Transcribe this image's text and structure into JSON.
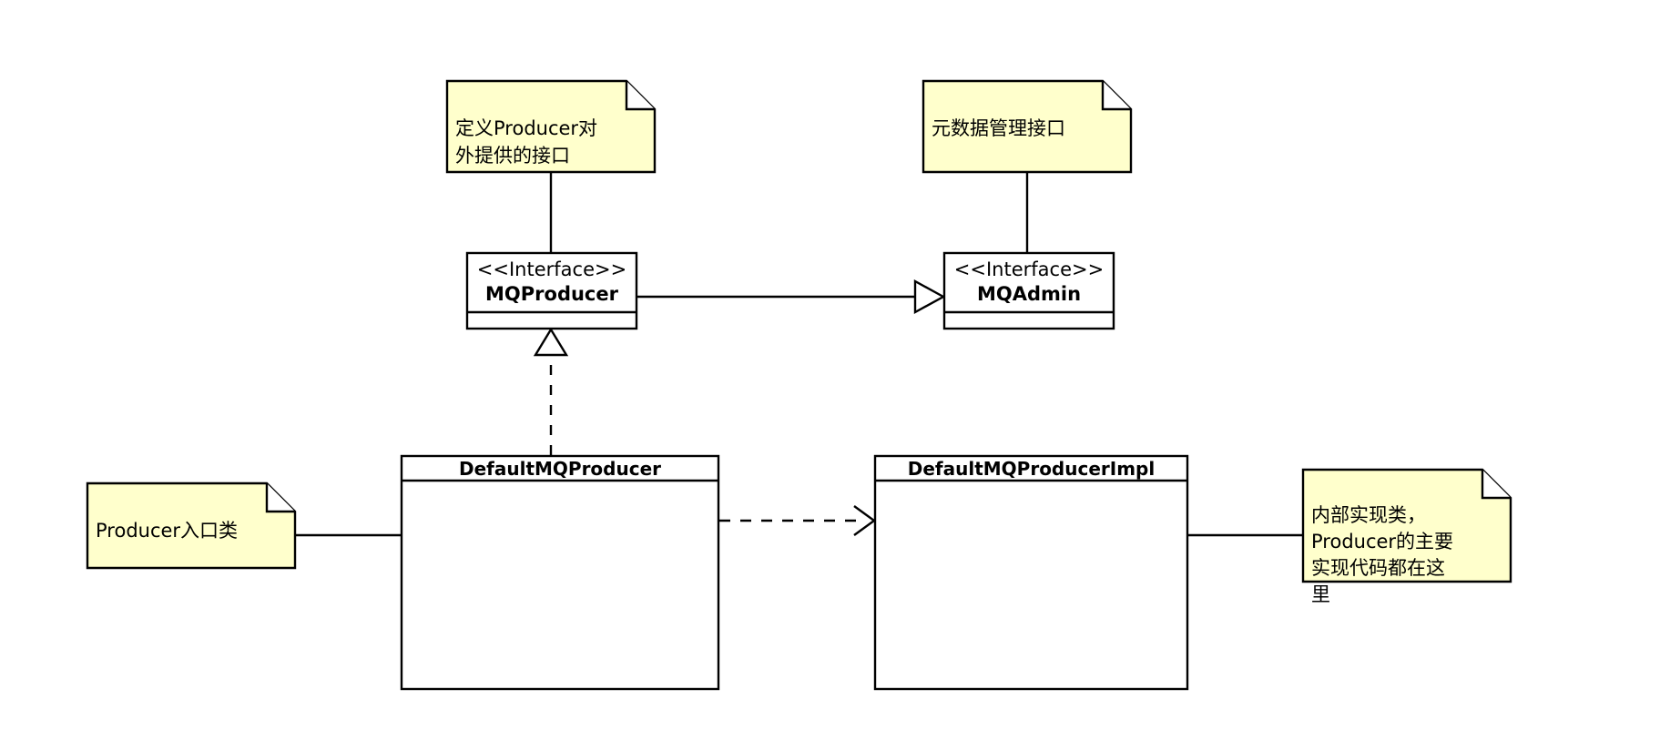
{
  "diagram": {
    "title": "RocketMQ Producer Class Diagram",
    "type": "uml-class-diagram",
    "background_color": "#FFFFFF",
    "stroke_color": "#000000",
    "note_fill_color": "#FFFFCC",
    "class_fill_color": "#FFFFFF"
  },
  "notes": [
    {
      "id": "note-mqproducer",
      "text": "定义Producer对\n外提供的接口",
      "fill": "#FFFFCC"
    },
    {
      "id": "note-mqadmin",
      "text": "元数据管理接口",
      "fill": "#FFFFCC"
    },
    {
      "id": "note-defaultmqproducer",
      "text": "Producer入口类",
      "fill": "#FFFFCC"
    },
    {
      "id": "note-defaultmqproducerimpl",
      "text": "内部实现类，\nProducer的主要\n实现代码都在这\n里",
      "fill": "#FFFFCC"
    }
  ],
  "classifiers": [
    {
      "id": "mqproducer",
      "stereotype": "<<Interface>>",
      "name": "MQProducer",
      "kind": "interface",
      "compartments_empty": true
    },
    {
      "id": "mqadmin",
      "stereotype": "<<Interface>>",
      "name": "MQAdmin",
      "kind": "interface",
      "compartments_empty": true
    },
    {
      "id": "defaultmqproducer",
      "stereotype": "",
      "name": "DefaultMQProducer",
      "kind": "class",
      "compartments_empty": true
    },
    {
      "id": "defaultmqproducerimpl",
      "stereotype": "",
      "name": "DefaultMQProducerImpl",
      "kind": "class",
      "compartments_empty": true
    }
  ],
  "relations": [
    {
      "id": "rel-generalization-mqproducer-mqadmin",
      "from": "mqproducer",
      "to": "mqadmin",
      "style": "solid",
      "arrow": "hollow-triangle",
      "semantic": "generalization"
    },
    {
      "id": "rel-realization-defaultmqproducer-mqproducer",
      "from": "defaultmqproducer",
      "to": "mqproducer",
      "style": "dashed",
      "arrow": "hollow-triangle",
      "semantic": "realization"
    },
    {
      "id": "rel-dependency-defaultmqproducer-impl",
      "from": "defaultmqproducer",
      "to": "defaultmqproducerimpl",
      "style": "dashed",
      "arrow": "open-arrow",
      "semantic": "dependency"
    },
    {
      "id": "rel-anchor-note-mqproducer",
      "from": "note-mqproducer",
      "to": "mqproducer",
      "style": "solid",
      "arrow": "none",
      "semantic": "note-anchor"
    },
    {
      "id": "rel-anchor-note-mqadmin",
      "from": "note-mqadmin",
      "to": "mqadmin",
      "style": "solid",
      "arrow": "none",
      "semantic": "note-anchor"
    },
    {
      "id": "rel-anchor-note-defaultmqproducer",
      "from": "note-defaultmqproducer",
      "to": "defaultmqproducer",
      "style": "solid",
      "arrow": "none",
      "semantic": "note-anchor"
    },
    {
      "id": "rel-anchor-note-defaultmqproducerimpl",
      "from": "note-defaultmqproducerimpl",
      "to": "defaultmqproducerimpl",
      "style": "solid",
      "arrow": "none",
      "semantic": "note-anchor"
    }
  ]
}
